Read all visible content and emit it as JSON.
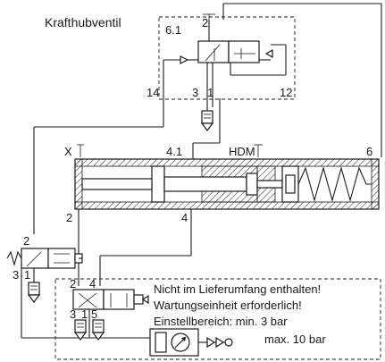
{
  "valve_title": "Krafthubventil",
  "ports": {
    "p61": "6.1",
    "p2_top": "2",
    "p14": "14",
    "p3": "3",
    "p1": "1",
    "p12": "12",
    "p41": "4.1",
    "hdm": "HDM",
    "p6": "6",
    "x": "X",
    "p2_cyl": "2",
    "p4_cyl": "4",
    "left_2": "2",
    "left_3": "3",
    "left_1": "1",
    "bot_2": "2",
    "bot_4": "4",
    "bot_3": "3",
    "bot_1": "1",
    "bot_5": "5"
  },
  "notes": {
    "line1": "Nicht im Lieferumfang enthalten!",
    "line2": "Wartungseinheit erforderlich!",
    "line3": "Einstellbereich: min. 3 bar",
    "line4": "max. 10 bar"
  },
  "colors": {
    "line": "#1a1a1a",
    "hatch": "#1a1a1a",
    "background": "#ffffff"
  }
}
